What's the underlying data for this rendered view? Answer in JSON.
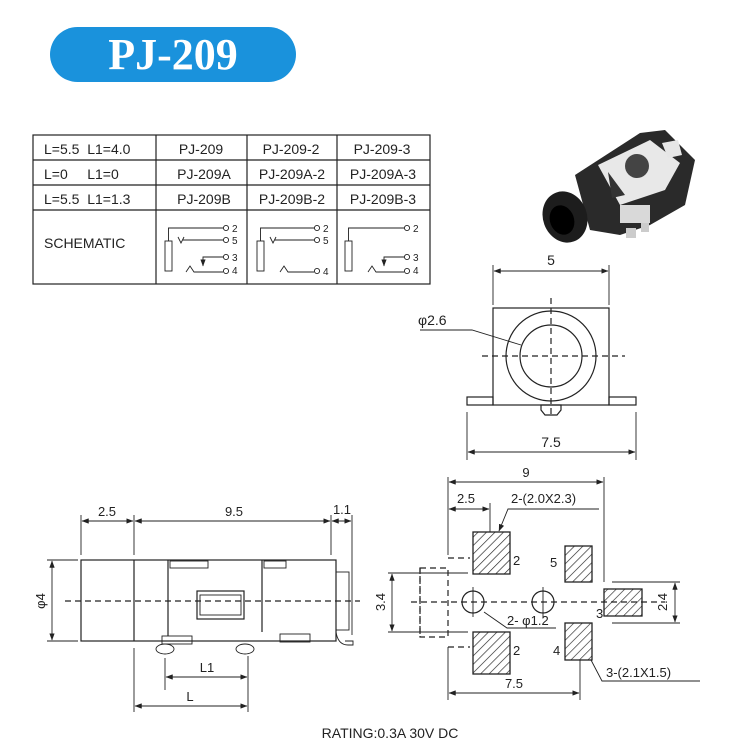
{
  "title": "PJ-209",
  "colors": {
    "title_badge": "#1a92dc",
    "title_text": "#ffffff",
    "lines": "#222222"
  },
  "table": {
    "rows": [
      {
        "condition": "L=5.5  L1=4.0",
        "models": [
          "PJ-209",
          "PJ-209-2",
          "PJ-209-3"
        ]
      },
      {
        "condition": "L=0     L1=0",
        "models": [
          "PJ-209A",
          "PJ-209A-2",
          "PJ-209A-3"
        ]
      },
      {
        "condition": "L=5.5  L1=1.3",
        "models": [
          "PJ-209B",
          "PJ-209B-2",
          "PJ-209B-3"
        ]
      }
    ],
    "schematic_label": "SCHEMATIC",
    "schematics": [
      {
        "pins": [
          "2",
          "5",
          "3",
          "4"
        ]
      },
      {
        "pins": [
          "2",
          "5",
          "4"
        ]
      },
      {
        "pins": [
          "2",
          "3",
          "4"
        ]
      }
    ]
  },
  "front_view": {
    "width_dim": "5",
    "bore_dim": "φ2.6",
    "overall_dim": "7.5"
  },
  "side_view": {
    "dim_front": "2.5",
    "dim_body": "9.5",
    "dim_terminal": "1.1",
    "dim_diameter": "φ4",
    "dim_L1": "L1",
    "dim_L": "L"
  },
  "footprint": {
    "dim_total": "9",
    "dim_offset": "2.5",
    "pad_large": "2-(2.0X2.3)",
    "holes": "2- φ1.2",
    "pad_small": "3-(2.1X1.5)",
    "dim_height": "3.4",
    "dim_pad3": "2.4",
    "dim_span": "7.5",
    "pin_labels": [
      "2",
      "5",
      "3",
      "2",
      "4"
    ]
  },
  "rating": "RATING:0.3A 30V DC"
}
